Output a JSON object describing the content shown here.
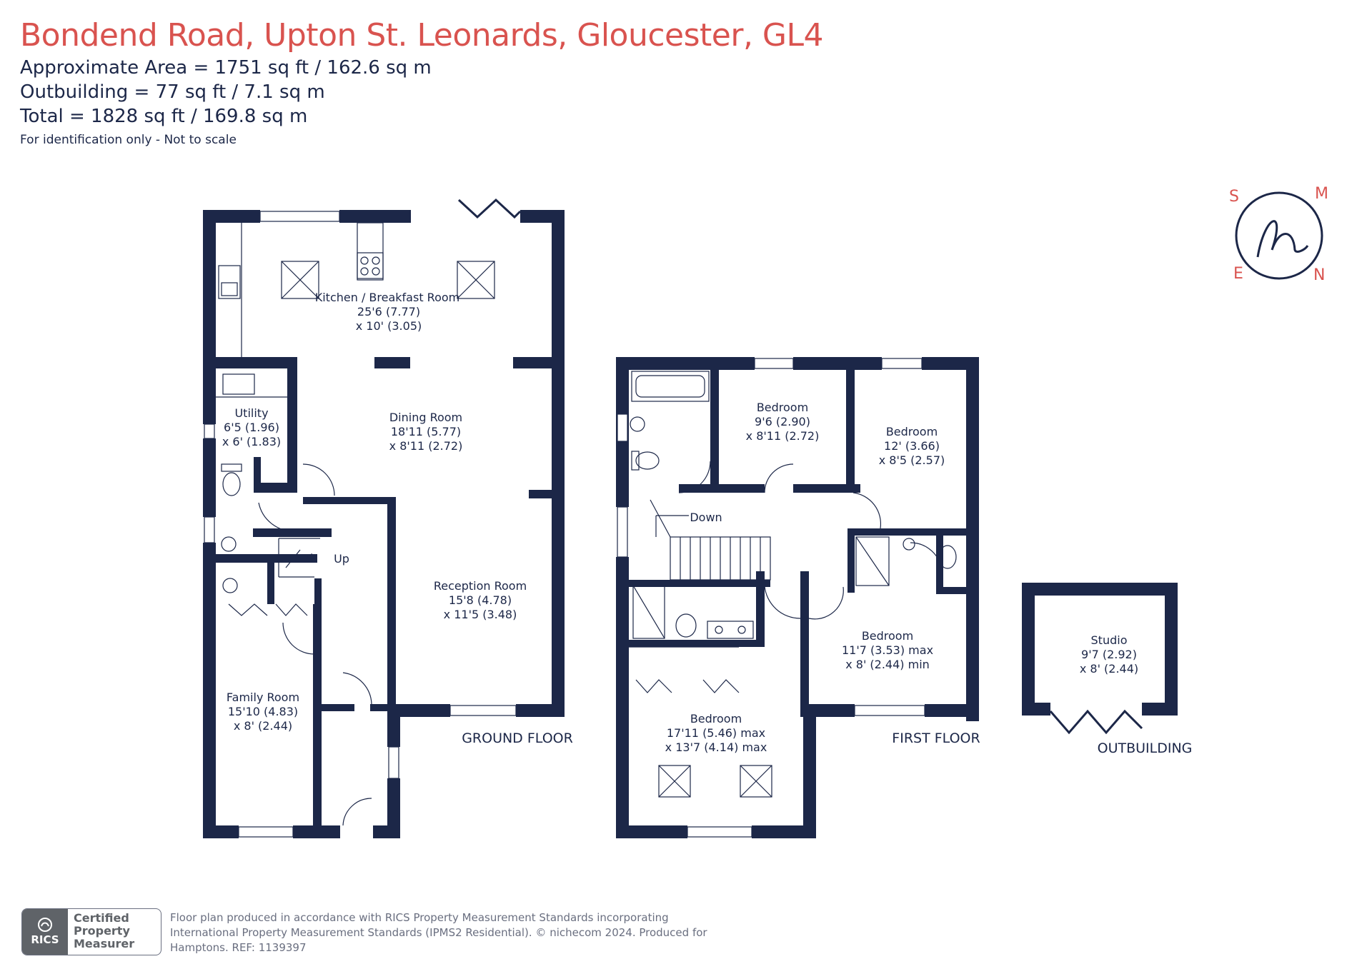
{
  "header": {
    "title": "Bondend Road, Upton St. Leonards, Gloucester, GL4",
    "area_line": "Approximate Area = 1751  sq ft / 162.6  sq m",
    "outbuilding_line": "Outbuilding = 77 sq ft / 7.1  sq m",
    "total_line": "Total = 1828 sq ft / 169.8 sq m",
    "disclaimer": "For identification only - Not to scale"
  },
  "logo": {
    "letters": [
      "S",
      "M",
      "E",
      "N",
      "h"
    ],
    "ring_color": "#1c2748",
    "letter_color": "#d9534f"
  },
  "ground_floor": {
    "label": "GROUND FLOOR",
    "rooms": {
      "kitchen": {
        "name": "Kitchen / Breakfast Room",
        "dim1": "25'6 (7.77)",
        "dim2": "x 10' (3.05)"
      },
      "utility": {
        "name": "Utility",
        "dim1": "6'5 (1.96)",
        "dim2": "x 6' (1.83)"
      },
      "dining": {
        "name": "Dining Room",
        "dim1": "18'11 (5.77)",
        "dim2": "x 8'11 (2.72)"
      },
      "reception": {
        "name": "Reception Room",
        "dim1": "15'8 (4.78)",
        "dim2": "x 11'5 (3.48)"
      },
      "family": {
        "name": "Family Room",
        "dim1": "15'10 (4.83)",
        "dim2": "x 8' (2.44)"
      }
    },
    "stairs_label": "Up"
  },
  "first_floor": {
    "label": "FIRST FLOOR",
    "rooms": {
      "bed1": {
        "name": "Bedroom",
        "dim1": "9'6 (2.90)",
        "dim2": "x 8'11 (2.72)"
      },
      "bed2": {
        "name": "Bedroom",
        "dim1": "12' (3.66)",
        "dim2": "x 8'5 (2.57)"
      },
      "bed3": {
        "name": "Bedroom",
        "dim1": "11'7 (3.53) max",
        "dim2": "x 8' (2.44) min"
      },
      "bed4": {
        "name": "Bedroom",
        "dim1": "17'11 (5.46) max",
        "dim2": "x 13'7 (4.14) max"
      }
    },
    "stairs_label": "Down"
  },
  "outbuilding": {
    "label": "OUTBUILDING",
    "room": {
      "name": "Studio",
      "dim1": "9'7 (2.92)",
      "dim2": "x 8' (2.44)"
    }
  },
  "footer": {
    "line1": "Floor plan produced in accordance with RICS Property Measurement Standards incorporating",
    "line2": "International Property Measurement Standards (IPMS2 Residential).  © nichecom 2024.   Produced for",
    "line3": "Hamptons.   REF:  1139397",
    "badge_org": "RICS",
    "badge_line1": "Certified",
    "badge_line2": "Property",
    "badge_line3": "Measurer"
  },
  "colors": {
    "wall": "#1c2748",
    "title": "#d9534f",
    "footer": "#6a6f80"
  }
}
